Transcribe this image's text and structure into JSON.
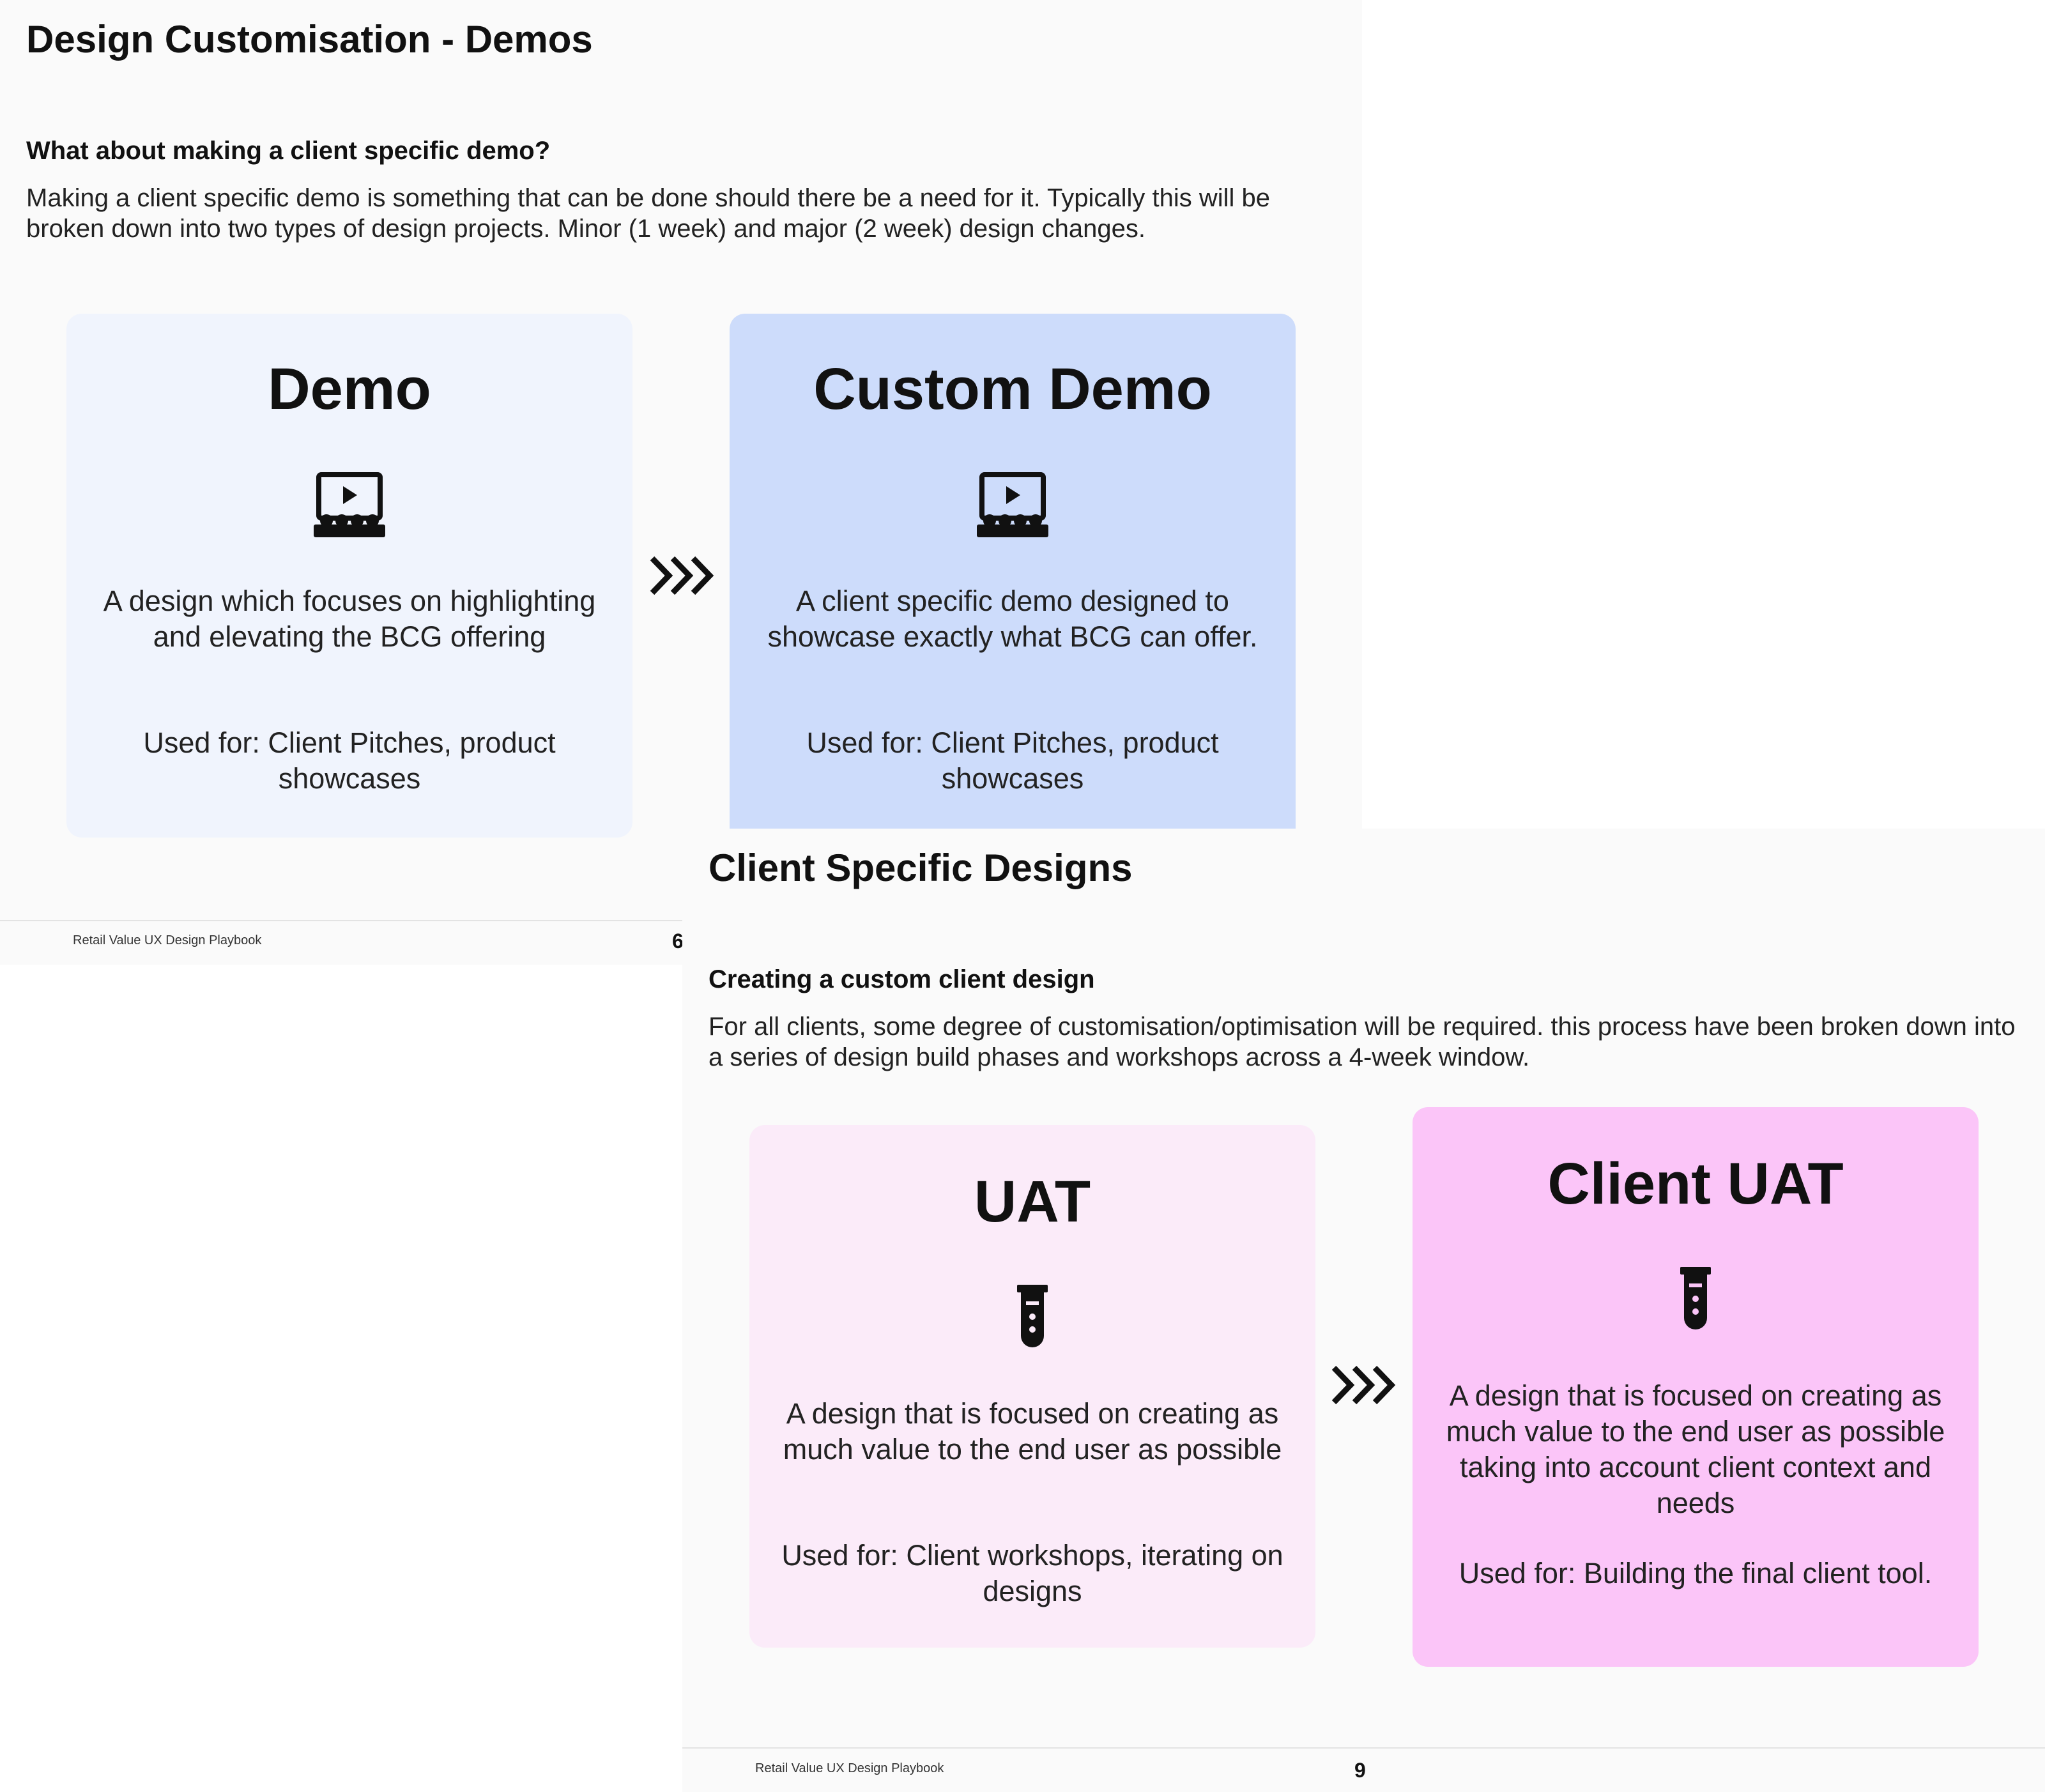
{
  "slide1": {
    "title": "Design Customisation - Demos",
    "subtitle": "What about making a client specific demo?",
    "body": "Making a client specific demo is something that can be done should there be a need for it. Typically this will be broken down into two types of design projects. Minor (1 week) and major (2 week) design changes.",
    "cards": [
      {
        "title": "Demo",
        "icon": "presentation-audience-icon",
        "description": "A design which focuses on highlighting and elevating the BCG offering",
        "used_for": "Used for: Client Pitches, product showcases",
        "color": "#f0f4fd"
      },
      {
        "title": "Custom Demo",
        "icon": "presentation-audience-icon",
        "description": "A client specific demo designed to showcase exactly what BCG can offer.",
        "used_for": "Used for: Client Pitches, product showcases",
        "color": "#cddcfb"
      }
    ],
    "arrow_icon": "triple-chevron-right-icon",
    "footer": "Retail Value UX Design Playbook",
    "page_number": "6"
  },
  "slide2": {
    "title": "Client Specific Designs",
    "subtitle": "Creating a custom client design",
    "body": "For all clients, some degree of customisation/optimisation will be required. this process have been broken down into a series of design build phases and workshops across a 4-week window.",
    "cards": [
      {
        "title": "UAT",
        "icon": "test-tube-icon",
        "description": "A design that is focused on creating as much value to the end user as possible",
        "used_for": "Used for: Client workshops, iterating on designs",
        "color": "#fbebf9"
      },
      {
        "title": "Client UAT",
        "icon": "test-tube-icon",
        "description": "A design that is focused on creating as much value to the end user as possible taking into account client context and needs",
        "used_for": "Used for: Building the final client tool.",
        "color": "#fbc5f8"
      }
    ],
    "arrow_icon": "triple-chevron-right-icon",
    "footer": "Retail Value UX Design Playbook",
    "page_number": "9"
  }
}
